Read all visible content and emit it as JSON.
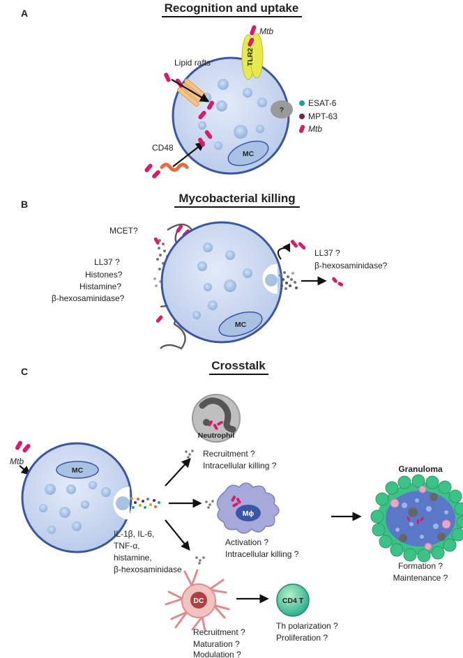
{
  "panels": {
    "a": {
      "letter": "A",
      "title": "Recognition and uptake",
      "labels": {
        "mtb_top": "Mtb",
        "tlr2": "TLR2",
        "lipid_rafts": "Lipid rafts",
        "unknown_receptor": "?",
        "cd48": "CD48",
        "mc": "MC"
      },
      "legend": [
        {
          "label": "ESAT-6",
          "color": "#1aa39a"
        },
        {
          "label": "MPT-63",
          "color": "#7a1f4d"
        },
        {
          "label": "Mtb",
          "color": "#d81b6a"
        }
      ]
    },
    "b": {
      "letter": "B",
      "title": "Mycobacterial killing",
      "net_labels": [
        "MCET?",
        "LL37 ?",
        "Histones?",
        "Histamine?",
        "β-hexosaminidase?"
      ],
      "secreted_labels": [
        "LL37 ?",
        "β-hexosaminidase?"
      ],
      "mc": "MC"
    },
    "c": {
      "letter": "C",
      "title": "Crosstalk",
      "mtb": "Mtb",
      "mc": "MC",
      "mediators": [
        "IL-1β, IL-6,",
        "TNF-α,",
        "histamine,",
        "β-hexosaminidase"
      ],
      "neutrophil": {
        "name": "Neutrophil",
        "effects": [
          "Recruitment ?",
          "Intracellular killing ?"
        ]
      },
      "macrophage": {
        "name": "Mϕ",
        "effects": [
          "Activation ?",
          "Intracellular killing ?"
        ]
      },
      "dc": {
        "name": "DC",
        "effects": [
          "Recruitment ?",
          "Maturation ?",
          "Modulation ?"
        ]
      },
      "cd4": {
        "name": "CD4 T",
        "effects": [
          "Th polarization ?",
          "Proliferation ?"
        ]
      },
      "granuloma": {
        "name": "Granuloma",
        "effects": [
          "Formation ?",
          "Maintenance ?"
        ]
      }
    }
  },
  "colors": {
    "cell_fill": "#c9d6ef",
    "cell_stroke": "#3a55a4",
    "granule_fill": "#a9c2e4",
    "mtb": "#d81b6a",
    "tlr2": "#e6ea4e",
    "cd48": "#ea6a3a",
    "raft_outline": "#e79a3a",
    "net": "#5a5a5a",
    "neutrophil": "#bfbfbf",
    "dc": "#f2c2c2",
    "cd4": "#2fae8f",
    "macrophage": "#a8a9db",
    "granuloma_ring": "#3cc287"
  }
}
